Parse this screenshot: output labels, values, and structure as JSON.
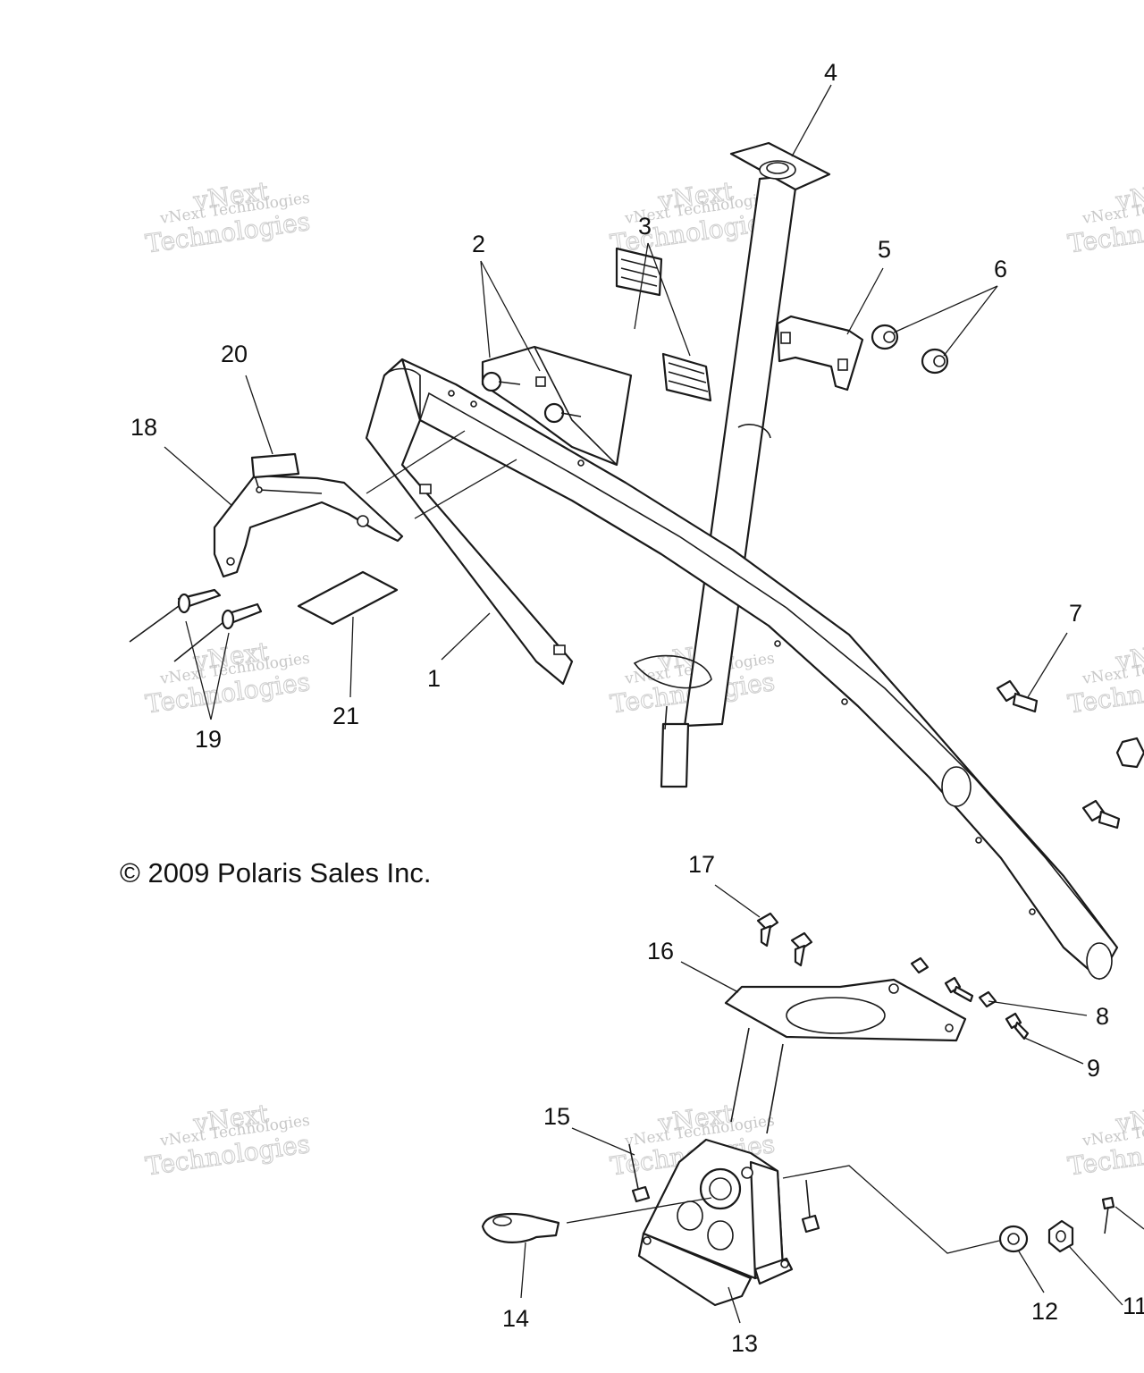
{
  "copyright": "© 2009 Polaris Sales Inc.",
  "watermark": {
    "line1": "vNext Technologies",
    "line2": "Technologies",
    "line3": "vNext"
  },
  "callouts": {
    "p1": "1",
    "p2": "2",
    "p3": "3",
    "p4": "4",
    "p5": "5",
    "p6": "6",
    "p7": "7",
    "p8": "8",
    "p9": "9",
    "p11": "11",
    "p12": "12",
    "p13": "13",
    "p14": "14",
    "p15": "15",
    "p16": "16",
    "p17": "17",
    "p18": "18",
    "p19": "19",
    "p20": "20",
    "p21": "21"
  },
  "colors": {
    "ink": "#1a1a1a",
    "watermark": "#c8c8c8",
    "background": "#ffffff"
  }
}
